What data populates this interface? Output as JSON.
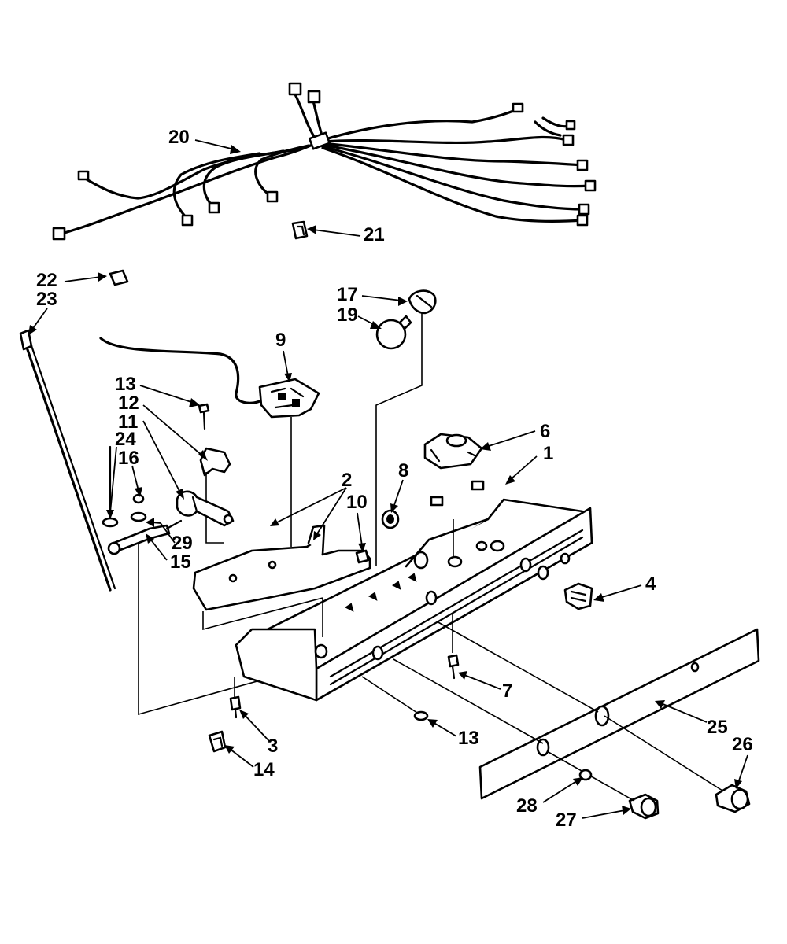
{
  "callouts": [
    {
      "id": "c20",
      "text": "20"
    },
    {
      "id": "c21",
      "text": "21"
    },
    {
      "id": "c22",
      "text": "22"
    },
    {
      "id": "c23",
      "text": "23"
    },
    {
      "id": "c17",
      "text": "17"
    },
    {
      "id": "c19",
      "text": "19"
    },
    {
      "id": "c9",
      "text": "9"
    },
    {
      "id": "c13a",
      "text": "13"
    },
    {
      "id": "c12",
      "text": "12"
    },
    {
      "id": "c11",
      "text": "11"
    },
    {
      "id": "c24",
      "text": "24"
    },
    {
      "id": "c16",
      "text": "16"
    },
    {
      "id": "c29",
      "text": "29"
    },
    {
      "id": "c15",
      "text": "15"
    },
    {
      "id": "c6",
      "text": "6"
    },
    {
      "id": "c1",
      "text": "1"
    },
    {
      "id": "c8",
      "text": "8"
    },
    {
      "id": "c2",
      "text": "2"
    },
    {
      "id": "c10",
      "text": "10"
    },
    {
      "id": "c4",
      "text": "4"
    },
    {
      "id": "c7",
      "text": "7"
    },
    {
      "id": "c25",
      "text": "25"
    },
    {
      "id": "c26",
      "text": "26"
    },
    {
      "id": "c3",
      "text": "3"
    },
    {
      "id": "c13b",
      "text": "13"
    },
    {
      "id": "c14",
      "text": "14"
    },
    {
      "id": "c28",
      "text": "28"
    },
    {
      "id": "c27",
      "text": "27"
    }
  ]
}
